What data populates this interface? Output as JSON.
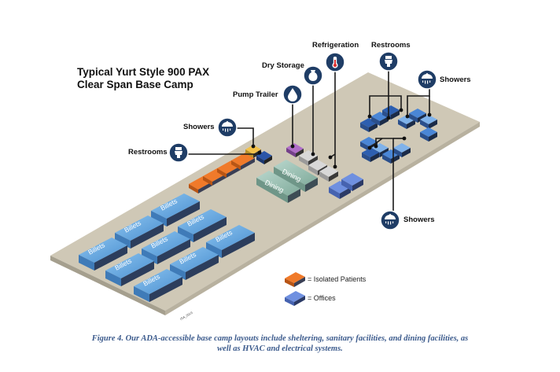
{
  "title": {
    "line1": "Typical Yurt Style 900 PAX",
    "line2": "Clear Span Base Camp"
  },
  "callouts": {
    "refrigeration": "Refrigeration",
    "restrooms_top": "Restrooms",
    "dry_storage": "Dry Storage",
    "showers_right": "Showers",
    "pump_trailer": "Pump Trailer",
    "showers_left": "Showers",
    "restrooms_left": "Restrooms",
    "showers_bottom": "Showers"
  },
  "buildings": {
    "dining_label": "Dining",
    "billets_label": "Billets"
  },
  "legend": {
    "isolated_patients": "= Isolated Patients",
    "offices": "= Offices"
  },
  "credit": "ISA_2019",
  "caption": {
    "line1": "Figure 4. Our ADA-accessible base camp layouts include sheltering, sanitary facilities, and dining facilities, as",
    "line2": "well as HVAC and electrical systems."
  },
  "colors": {
    "ground_top": "#cfc8b6",
    "ground_side": "#a59f8e",
    "billet_blue": "#5aa0dc",
    "dining_green": "#8fb8a8",
    "isolated_orange": "#f07a2a",
    "office_blue": "#6f90e0",
    "icon_navy": "#1f3d66",
    "caption_blue": "#3b5a8c"
  },
  "icons": [
    "refrigeration-thermometer-icon",
    "toilet-icon",
    "dry-storage-sack-icon",
    "shower-icon",
    "water-drop-icon"
  ]
}
